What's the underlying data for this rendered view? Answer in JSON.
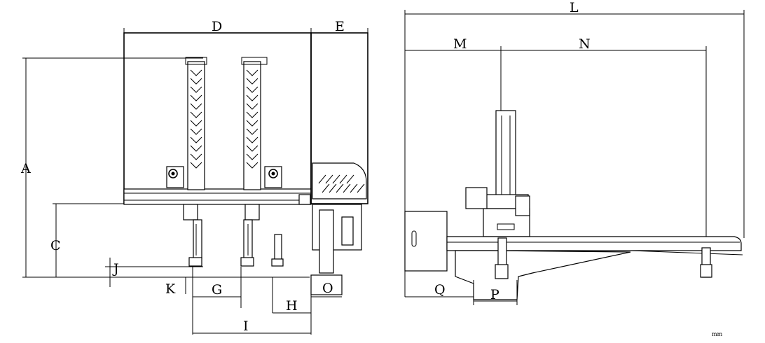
{
  "dimension_labels": {
    "A": "A",
    "C": "C",
    "D": "D",
    "E": "E",
    "G": "G",
    "H": "H",
    "I": "I",
    "J": "J",
    "K": "K",
    "L": "L",
    "M": "M",
    "N": "N",
    "O": "O",
    "P": "P",
    "Q": "Q"
  },
  "unit_label": "mm",
  "colors": {
    "line": "#000000",
    "background": "#ffffff"
  }
}
